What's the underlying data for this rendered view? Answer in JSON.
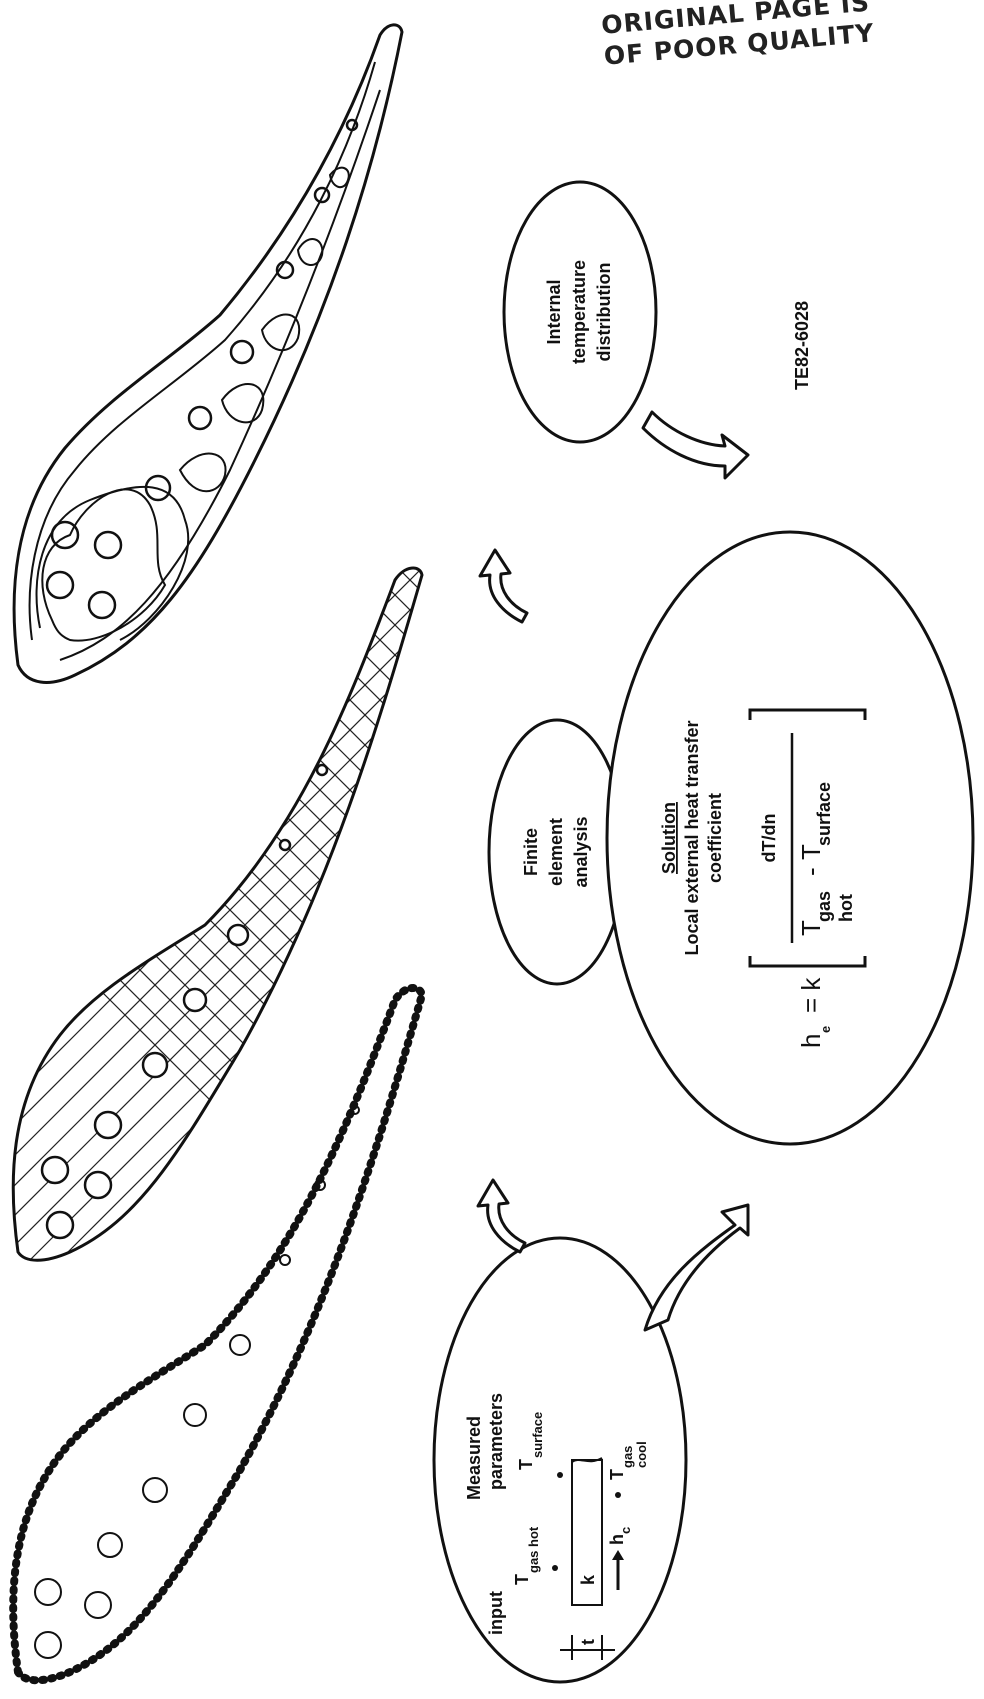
{
  "stamp": {
    "line1": "ORIGINAL PAGE IS",
    "line2": "OF POOR QUALITY"
  },
  "figure_code": "TE82-6028",
  "input_oval": {
    "title": "Measured",
    "subtitle_left": "input",
    "subtitle_right": "parameters",
    "t_gas_hot": {
      "main": "T",
      "sub": "gas hot"
    },
    "t_surface": {
      "main": "T",
      "sub": "surface"
    },
    "t_gas_cool": {
      "main": "T",
      "sub1": "gas",
      "sub2": "cool"
    },
    "conductivity": "k",
    "thickness": "t",
    "h_c": {
      "main": "h",
      "sub": "c"
    }
  },
  "fea_oval": {
    "line1": "Finite",
    "line2": "element",
    "line3": "analysis"
  },
  "temp_oval": {
    "line1": "Internal",
    "line2": "temperature",
    "line3": "distribution"
  },
  "solution_oval": {
    "title": "Solution",
    "line1": "Local external heat transfer",
    "line2": "coefficient",
    "lhs_main": "h",
    "lhs_sub": "e",
    "equals_k": "= k",
    "numerator": "dT/dn",
    "den_t1": "T",
    "den_sub1": "gas",
    "den_minus": "-",
    "den_t2": "T",
    "den_sub2": "surface",
    "den_hot": "hot"
  }
}
